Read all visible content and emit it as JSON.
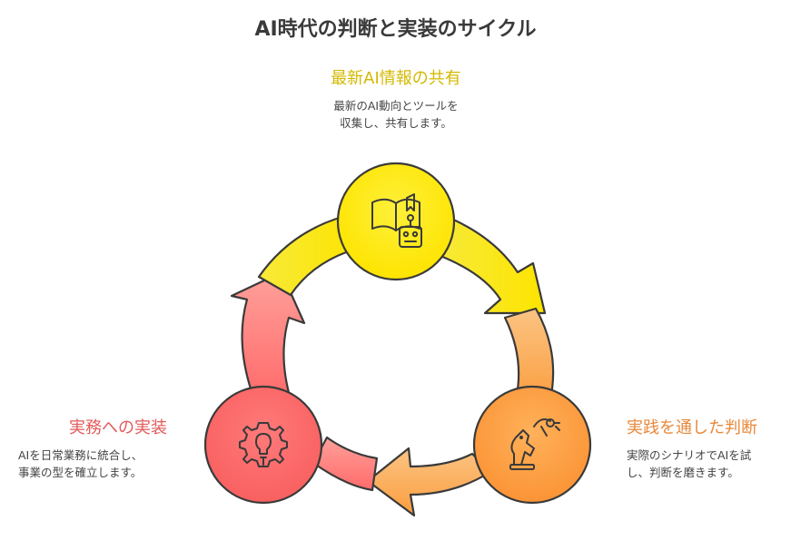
{
  "title": "AI時代の判断と実装のサイクル",
  "stages": {
    "top": {
      "label": "最新AI情報の共有",
      "desc_line1": "最新のAI動向とツールを",
      "desc_line2": "収集し、共有します。",
      "color": "#d4b800",
      "icons": [
        "book-icon",
        "robot-icon"
      ]
    },
    "right": {
      "label": "実践を通した判断",
      "desc_line1": "実際のシナリオでAIを試",
      "desc_line2": "し、判断を磨きます。",
      "color": "#e8883a",
      "icons": [
        "chess-knight-icon",
        "robot-arm-icon"
      ]
    },
    "left": {
      "label": "実務への実装",
      "desc_line1": "AIを日常業務に統合し、",
      "desc_line2": "事業の型を確立します。",
      "color": "#e25a5a",
      "icons": [
        "gear-lightbulb-icon"
      ]
    }
  }
}
